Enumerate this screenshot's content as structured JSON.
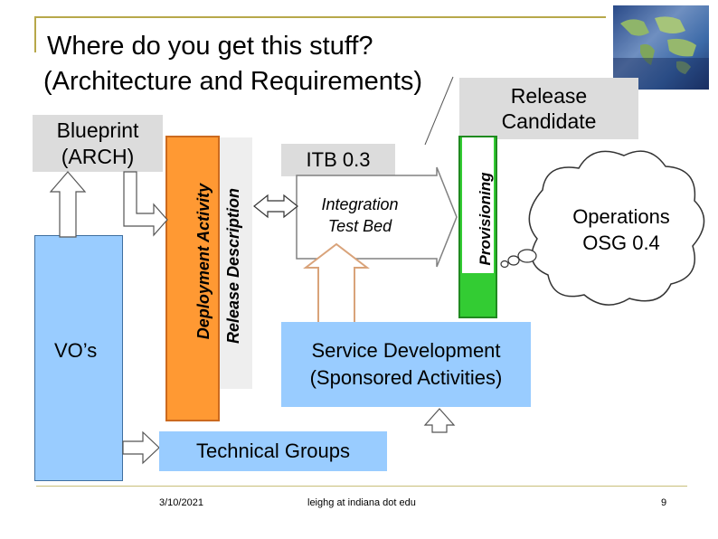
{
  "slide": {
    "title_line1": "Where do you get this stuff?",
    "title_line2": "(Architecture and Requirements)"
  },
  "diagram": {
    "release_candidate": "Release\nCandidate",
    "blueprint": "Blueprint\n(ARCH)",
    "vos": "VO’s",
    "deployment_activity": "Deployment Activity",
    "release_description": "Release Description",
    "itb_label": "ITB 0.3",
    "integration_test_bed": "Integration\nTest Bed",
    "provisioning": "Provisioning",
    "operations": "Operations\nOSG 0.4",
    "service_development": "Service Development\n(Sponsored Activities)",
    "technical_groups": "Technical Groups"
  },
  "colors": {
    "light_blue": "#99ccff",
    "orange": "#ff9933",
    "green": "#33cc33",
    "gray_box": "#dcdcdc",
    "accent_rule": "#b7a84a",
    "brown_arrow": "#d9a37a"
  },
  "footer": {
    "date": "3/10/2021",
    "author": "leighg at indiana dot edu",
    "page": "9"
  }
}
